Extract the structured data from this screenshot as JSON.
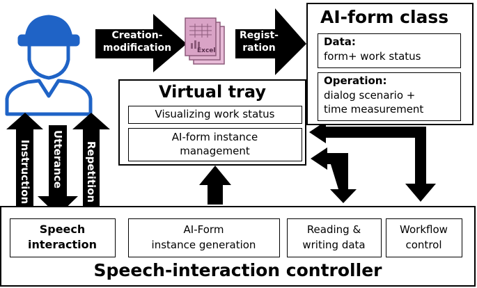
{
  "ai_form_class": {
    "title": "AI-form class",
    "data_heading": "Data:",
    "data_text": "form+ work status",
    "operation_heading": "Operation:",
    "operation_line1": "dialog scenario +",
    "operation_line2": "time measurement"
  },
  "virtual_tray": {
    "title": "Virtual tray",
    "item1": "Visualizing work status",
    "item2_line1": "AI-form instance",
    "item2_line2": "management"
  },
  "arrows": {
    "creation_line1": "Creation-",
    "creation_line2": "modification",
    "registration_line1": "Regist-",
    "registration_line2": "ration",
    "instruction": "Instruction",
    "utterance": "Utterance",
    "repetition": "Repetition"
  },
  "excel_icon_label": "Excel",
  "controller": {
    "title": "Speech-interaction controller",
    "speech_line1": "Speech",
    "speech_line2": "interaction",
    "aiform_line1": "AI-Form",
    "aiform_line2": "instance generation",
    "reading_line1": "Reading &",
    "reading_line2": "writing data",
    "workflow_line1": "Workflow",
    "workflow_line2": "control"
  },
  "colors": {
    "user_blue": "#1f63c6",
    "arrow_black": "#000000",
    "excel_pink": "#d9a3c6"
  },
  "icons": {
    "user": "worker-with-cap-icon",
    "excel": "excel-file-stack-icon"
  }
}
